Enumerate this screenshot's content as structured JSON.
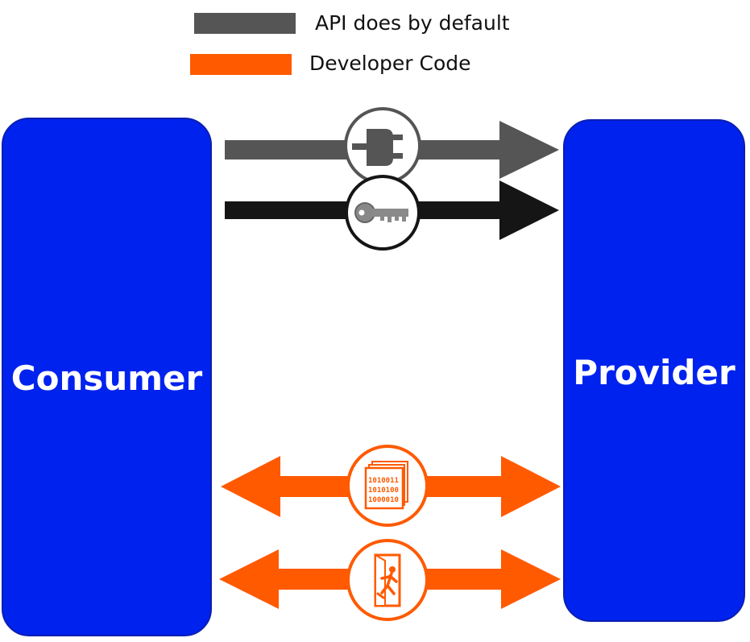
{
  "legend": {
    "items": [
      {
        "label": "API does by default",
        "color": "#555555"
      },
      {
        "label": "Developer Code",
        "color": "#ff5a00"
      }
    ]
  },
  "consumer": {
    "label": "Consumer",
    "color": "#0022ee"
  },
  "provider": {
    "label": "Provider",
    "color": "#0022ee"
  },
  "connections": [
    {
      "kind": "one-way",
      "color": "#555555",
      "icon": "plug-icon"
    },
    {
      "kind": "one-way",
      "color": "#151515",
      "icon": "key-icon"
    },
    {
      "kind": "two-way",
      "color": "#ff5a00",
      "icon": "binary-documents-icon",
      "icon_text": [
        "1010011",
        "1010100",
        "1000010"
      ]
    },
    {
      "kind": "two-way",
      "color": "#ff5a00",
      "icon": "exit-door-icon"
    }
  ]
}
